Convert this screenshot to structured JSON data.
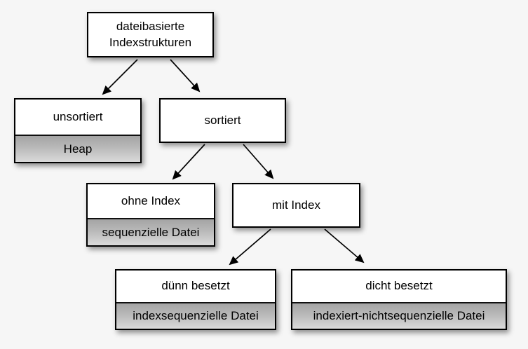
{
  "diagram": {
    "language": "de",
    "colors": {
      "background": "#f6f6f6",
      "node_fill": "#ffffff",
      "node_border": "#000000",
      "band_gradient_top": "#a4a4a4",
      "band_gradient_bottom": "#dadada",
      "arrow": "#000000"
    },
    "tree": {
      "nodes": [
        {
          "id": "root",
          "label": "dateibasierte Indexstrukturen"
        },
        {
          "id": "unsortiert",
          "label": "unsortiert",
          "sublabel": "Heap"
        },
        {
          "id": "sortiert",
          "label": "sortiert"
        },
        {
          "id": "ohne-index",
          "label": "ohne Index",
          "sublabel": "sequenzielle Datei"
        },
        {
          "id": "mit-index",
          "label": "mit Index"
        },
        {
          "id": "duenn-besetzt",
          "label": "dünn besetzt",
          "sublabel": "indexsequenzielle Datei"
        },
        {
          "id": "dicht-besetzt",
          "label": "dicht besetzt",
          "sublabel": "indexiert-nichtsequenzielle Datei"
        }
      ],
      "edges": [
        {
          "from": "root",
          "to": "unsortiert"
        },
        {
          "from": "root",
          "to": "sortiert"
        },
        {
          "from": "sortiert",
          "to": "ohne-index"
        },
        {
          "from": "sortiert",
          "to": "mit-index"
        },
        {
          "from": "mit-index",
          "to": "duenn-besetzt"
        },
        {
          "from": "mit-index",
          "to": "dicht-besetzt"
        }
      ]
    }
  }
}
